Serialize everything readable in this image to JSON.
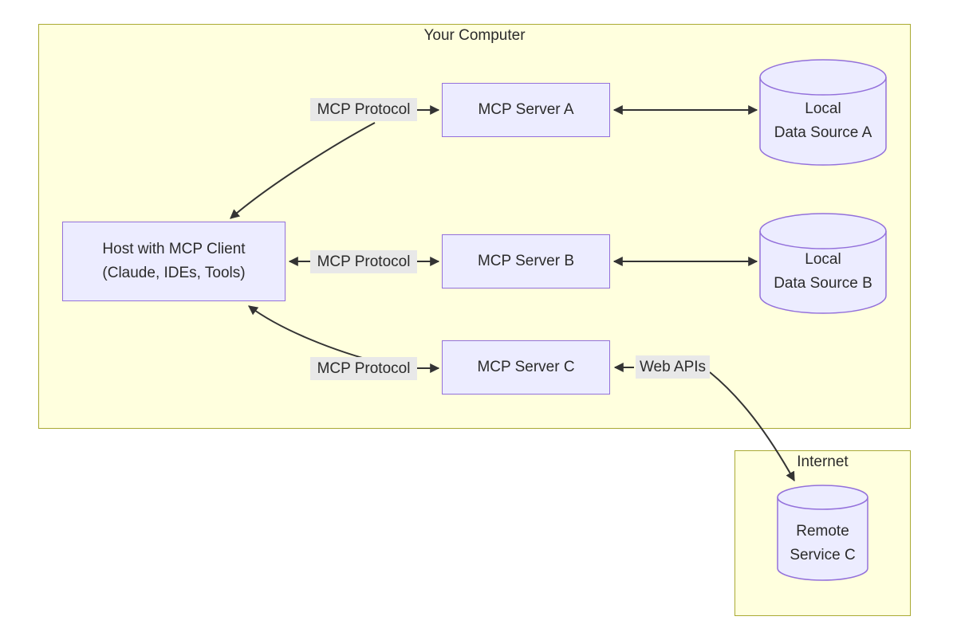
{
  "groups": {
    "your_computer": {
      "title": "Your Computer"
    },
    "internet": {
      "title": "Internet"
    }
  },
  "nodes": {
    "host": {
      "line1": "Host with MCP Client",
      "line2": "(Claude, IDEs, Tools)"
    },
    "server_a": {
      "label": "MCP Server A"
    },
    "server_b": {
      "label": "MCP Server B"
    },
    "server_c": {
      "label": "MCP Server C"
    },
    "data_a": {
      "line1": "Local",
      "line2": "Data Source A"
    },
    "data_b": {
      "line1": "Local",
      "line2": "Data Source B"
    },
    "remote_c": {
      "line1": "Remote",
      "line2": "Service C"
    }
  },
  "edge_labels": {
    "protocol_a": "MCP Protocol",
    "protocol_b": "MCP Protocol",
    "protocol_c": "MCP Protocol",
    "web_apis": "Web APIs"
  },
  "colors": {
    "node_fill": "#ECECFF",
    "node_border": "#9370DB",
    "group_fill": "#FFFFDE",
    "group_border": "#AAAA33",
    "edge": "#333333",
    "label_bg": "#E8E8E8",
    "text": "#2B2B2B"
  }
}
